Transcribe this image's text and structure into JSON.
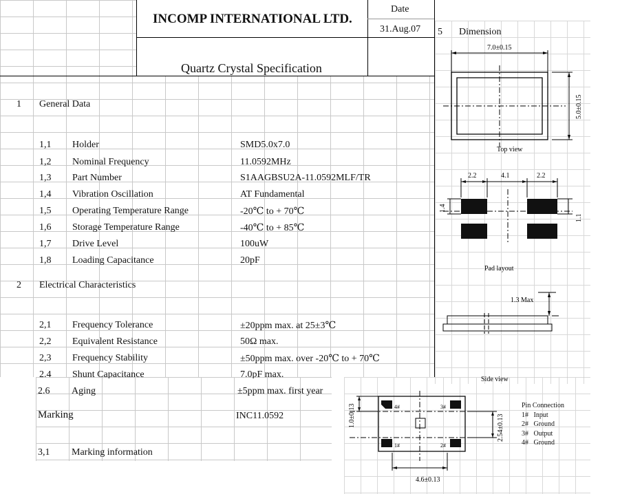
{
  "header": {
    "company": "INCOMP INTERNATIONAL LTD.",
    "doc_title": "Quartz Crystal Specification",
    "date_label": "Date",
    "date_value": "31.Aug.07"
  },
  "sections": {
    "general": {
      "num": "1",
      "title": "General Data"
    },
    "electrical": {
      "num": "2",
      "title": "Electrical Characteristics"
    },
    "dimension": {
      "num": "5",
      "title": "Dimension"
    },
    "marking": {
      "title": "Marking",
      "value": "INC11.0592"
    },
    "marking_info": {
      "num": "3,1",
      "label": "Marking information"
    }
  },
  "general_rows": [
    {
      "num": "1,1",
      "label": "Holder",
      "value": "SMD5.0x7.0"
    },
    {
      "num": "1,2",
      "label": "Nominal Frequency",
      "value": "11.0592MHz"
    },
    {
      "num": "1,3",
      "label": "Part Number",
      "value": "S1AAGBSU2A-11.0592MLF/TR"
    },
    {
      "num": "1,4",
      "label": "Vibration Oscillation",
      "value": "AT Fundamental"
    },
    {
      "num": "1,5",
      "label": "Operating Temperature Range",
      "value": "-20℃ to + 70℃"
    },
    {
      "num": "1,6",
      "label": "Storage Temperature Range",
      "value": "-40℃ to + 85℃"
    },
    {
      "num": "1,7",
      "label": "Drive Level",
      "value": "100uW"
    },
    {
      "num": "1,8",
      "label": "Loading Capacitance",
      "value": "20pF"
    }
  ],
  "electrical_rows": [
    {
      "num": "2,1",
      "label": "Frequency Tolerance",
      "value": "±20ppm max. at 25±3℃"
    },
    {
      "num": "2,2",
      "label": "Equivalent Resistance",
      "value": "50Ω  max."
    },
    {
      "num": "2,3",
      "label": "Frequency Stability",
      "value": "±50ppm max. over -20℃ to + 70℃"
    },
    {
      "num": "2.4",
      "label": "Shunt Capacitance",
      "value": "7.0pF max."
    },
    {
      "num": "2.6",
      "label": "Aging",
      "value": "±5ppm max. first year"
    }
  ],
  "drawings": {
    "top_view": {
      "width": "7.0±0.15",
      "height": "5.0±0.15",
      "caption": "Top view"
    },
    "pad_layout": {
      "d1": "2.2",
      "d2": "4.1",
      "d3": "2.2",
      "left": "1.4",
      "right": "1.1",
      "caption": "Pad layout"
    },
    "side_view": {
      "height": "1.3 Max",
      "caption": "Side view"
    },
    "bottom_view": {
      "left_dim": "1.0±0.13",
      "right_dim": "2.54±0.13",
      "bottom_dim": "4.6±0.13",
      "pin1": "1#",
      "pin2": "2#",
      "pin3": "3#",
      "pin4": "4#"
    },
    "pin_connection": {
      "title": "Pin Connection",
      "pins": [
        "1#   Input",
        "2#   Ground",
        "3#   Output",
        "4#   Ground"
      ]
    }
  }
}
